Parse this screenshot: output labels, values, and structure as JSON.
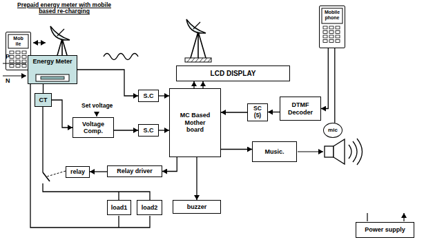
{
  "diagram": {
    "title": "Prepaid energy meter with mobile based re-charging",
    "nodes": [
      {
        "text": [
          "Mob ile"
        ]
      },
      {
        "text": [
          "Mobile phone"
        ]
      },
      {
        "text": [
          "LCD DISPLAY"
        ]
      },
      {
        "text": [
          "Energy Meter"
        ]
      },
      {
        "text": [
          "S.C"
        ]
      },
      {
        "text": [
          "MC Based Mother board"
        ]
      },
      {
        "text": [
          "SC (5)"
        ]
      },
      {
        "text": [
          "DTMF Decoder"
        ]
      },
      {
        "text": [
          "CT"
        ]
      },
      {
        "text": [
          "Voltage Comp."
        ]
      },
      {
        "text": [
          "S.C"
        ]
      },
      {
        "text": [
          "mic"
        ]
      },
      {
        "text": [
          "Music."
        ]
      },
      {
        "text": [
          "Relay driver"
        ]
      },
      {
        "text": [
          "relay"
        ]
      },
      {
        "text": [
          "buzzer"
        ]
      },
      {
        "text": [
          "load1"
        ]
      },
      {
        "text": [
          "load2"
        ]
      },
      {
        "text": [
          "Power supply"
        ]
      }
    ],
    "edges": [
      {
        "from": 3,
        "to": 4,
        "arrow": "to"
      },
      {
        "from": 4,
        "to": 5,
        "arrow": "to"
      },
      {
        "from": 5,
        "to": 2,
        "arrow": "to"
      },
      {
        "from": 5,
        "to": 2,
        "arrow": "to"
      },
      {
        "from": 8,
        "to": 9,
        "arrow": "to"
      },
      {
        "from": 9,
        "to": 10,
        "arrow": "to"
      },
      {
        "from": 10,
        "to": 5,
        "arrow": "to"
      },
      {
        "from": 7,
        "to": 6,
        "arrow": "to"
      },
      {
        "from": 6,
        "to": 5,
        "arrow": "to"
      },
      {
        "from": 1,
        "to": 7,
        "arrow": "to"
      },
      {
        "from": 1,
        "to": 11,
        "arrow": "none"
      },
      {
        "from": 5,
        "to": 12,
        "arrow": "to"
      },
      {
        "from": 5,
        "to": 13,
        "arrow": "to"
      },
      {
        "from": 13,
        "to": 14,
        "arrow": "to"
      },
      {
        "from": 5,
        "to": 15,
        "arrow": "to"
      },
      {
        "from": 3,
        "to": 8,
        "arrow": "none"
      }
    ],
    "labels": [
      "P",
      "N",
      "Set voltage"
    ]
  }
}
